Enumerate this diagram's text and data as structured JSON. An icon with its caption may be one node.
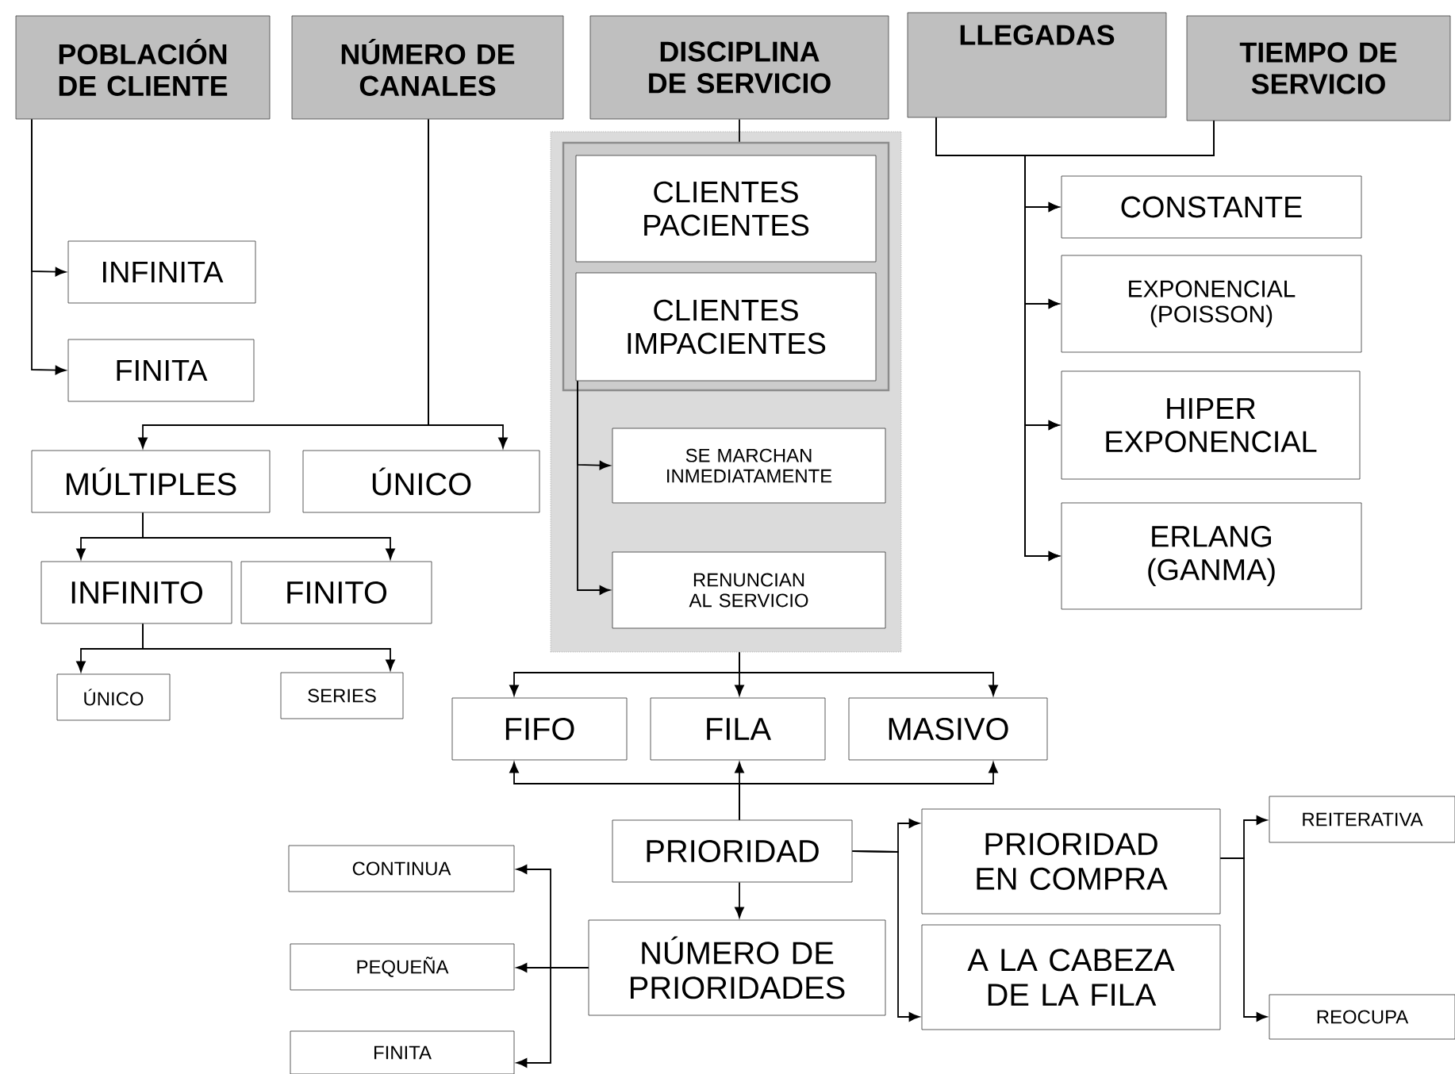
{
  "diagram": {
    "nodes": [
      {
        "text": [
          "POBLACIÓN DE CLIENTE"
        ]
      },
      {
        "text": [
          "NÚMERO DE CANALES"
        ]
      },
      {
        "text": [
          "DISCIPLINA DE SERVICIO"
        ]
      },
      {
        "text": [
          "LLEGADAS"
        ]
      },
      {
        "text": [
          "TIEMPO DE SERVICIO"
        ]
      },
      {
        "text": [
          "INFINITA"
        ]
      },
      {
        "text": [
          "FINITA"
        ]
      },
      {
        "text": [
          "MÚLTIPLES"
        ]
      },
      {
        "text": [
          "ÚNICO"
        ]
      },
      {
        "text": [
          "INFINITO"
        ]
      },
      {
        "text": [
          "FINITO"
        ]
      },
      {
        "text": [
          "ÚNICO"
        ]
      },
      {
        "text": [
          "SERIES"
        ]
      },
      {
        "text": [],
        "shape": "box"
      },
      {
        "text": [],
        "shape": "box",
        "in": 13
      },
      {
        "text": [
          "CLIENTES PACIENTES"
        ],
        "in": 14
      },
      {
        "text": [
          "CLIENTES IMPACIENTES"
        ],
        "in": 14
      },
      {
        "text": [
          "SE MARCHAN INMEDIATAMENTE"
        ],
        "in": 13
      },
      {
        "text": [
          "RENUNCIAN AL SERVICIO"
        ],
        "in": 13
      },
      {
        "text": [
          "CONSTANTE"
        ]
      },
      {
        "text": [
          "EXPONENCIAL (POISSON)"
        ]
      },
      {
        "text": [
          "HIPER EXPONENCIAL"
        ]
      },
      {
        "text": [
          "ERLANG (GANMA)"
        ]
      },
      {
        "text": [
          "FIFO"
        ]
      },
      {
        "text": [
          "FILA"
        ]
      },
      {
        "text": [
          "MASIVO"
        ]
      },
      {
        "text": [
          "PRIORIDAD"
        ]
      },
      {
        "text": [
          "PRIORIDAD EN COMPRA"
        ]
      },
      {
        "text": [
          "A LA CABEZA DE LA FILA"
        ]
      },
      {
        "text": [
          "REITERATIVA"
        ]
      },
      {
        "text": [
          "REOCUPA"
        ]
      },
      {
        "text": [
          "CONTINUA"
        ]
      },
      {
        "text": [
          "PEQUEÑA"
        ]
      },
      {
        "text": [
          "FINITA"
        ]
      },
      {
        "text": [
          "NÚMERO DE PRIORIDADES"
        ]
      }
    ],
    "edges": [
      {
        "from": 0,
        "to": 5,
        "arrow": "to"
      },
      {
        "from": 0,
        "to": 6,
        "arrow": "to"
      },
      {
        "from": 1,
        "to": 7,
        "arrow": "to"
      },
      {
        "from": 1,
        "to": 8,
        "arrow": "to"
      },
      {
        "from": 7,
        "to": 9,
        "arrow": "to"
      },
      {
        "from": 7,
        "to": 10,
        "arrow": "to"
      },
      {
        "from": 9,
        "to": 11,
        "arrow": "to"
      },
      {
        "from": 9,
        "to": 12,
        "arrow": "to"
      },
      {
        "from": 2,
        "to": 14,
        "arrow": "none"
      },
      {
        "from": 16,
        "to": 17,
        "arrow": "to"
      },
      {
        "from": 16,
        "to": 18,
        "arrow": "to"
      },
      {
        "from": 3,
        "to": 19,
        "arrow": "to"
      },
      {
        "from": 3,
        "to": 20,
        "arrow": "to"
      },
      {
        "from": 3,
        "to": 21,
        "arrow": "to"
      },
      {
        "from": 3,
        "to": 22,
        "arrow": "to"
      },
      {
        "from": 4,
        "to": 19,
        "arrow": "to"
      },
      {
        "from": 4,
        "to": 20,
        "arrow": "to"
      },
      {
        "from": 4,
        "to": 21,
        "arrow": "to"
      },
      {
        "from": 4,
        "to": 22,
        "arrow": "to"
      },
      {
        "from": 13,
        "to": 23,
        "arrow": "to"
      },
      {
        "from": 13,
        "to": 24,
        "arrow": "to"
      },
      {
        "from": 13,
        "to": 25,
        "arrow": "to"
      },
      {
        "from": 26,
        "to": 23,
        "arrow": "to"
      },
      {
        "from": 26,
        "to": 24,
        "arrow": "to"
      },
      {
        "from": 26,
        "to": 25,
        "arrow": "to"
      },
      {
        "from": 26,
        "to": 34,
        "arrow": "to"
      },
      {
        "from": 26,
        "to": 27,
        "arrow": "to"
      },
      {
        "from": 26,
        "to": 28,
        "arrow": "to"
      },
      {
        "from": 27,
        "to": 29,
        "arrow": "to"
      },
      {
        "from": 27,
        "to": 30,
        "arrow": "to"
      },
      {
        "from": 34,
        "to": 31,
        "arrow": "to"
      },
      {
        "from": 34,
        "to": 32,
        "arrow": "to"
      },
      {
        "from": 34,
        "to": 33,
        "arrow": "to"
      }
    ]
  }
}
